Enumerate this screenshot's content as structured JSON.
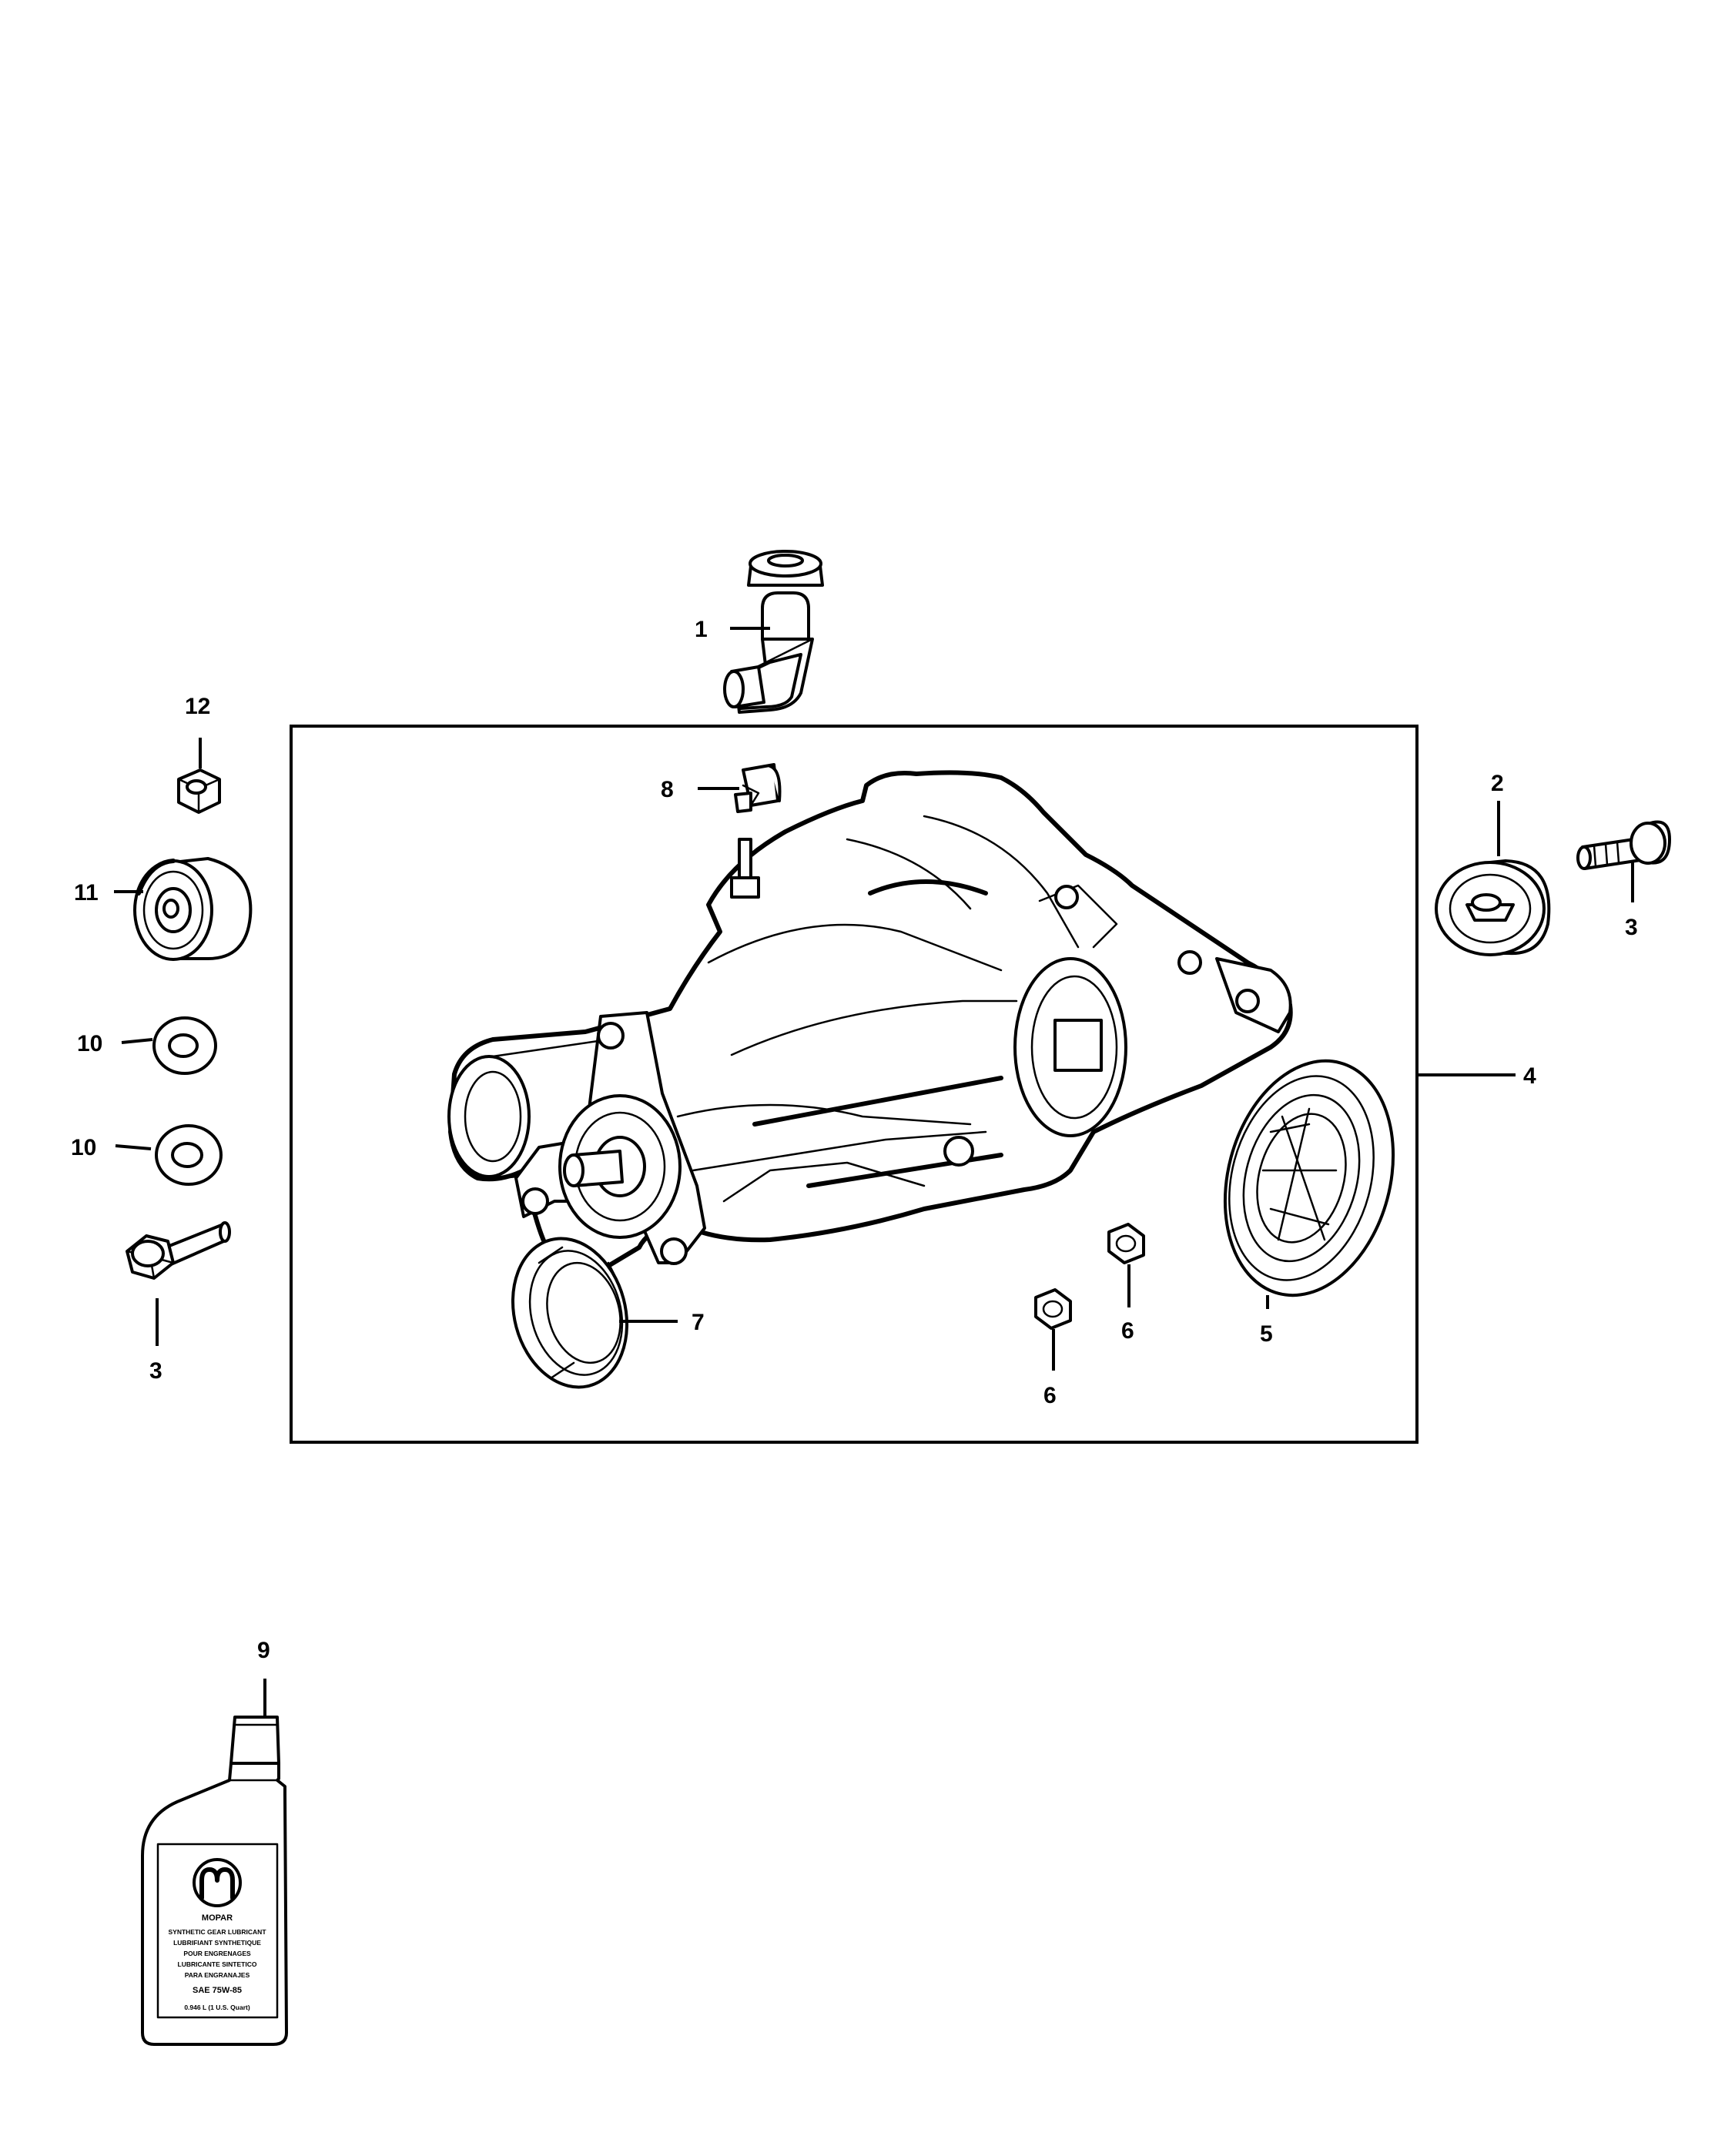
{
  "callouts": {
    "c1": "1",
    "c2": "2",
    "c3a": "3",
    "c3b": "3",
    "c4": "4",
    "c5": "5",
    "c6a": "6",
    "c6b": "6",
    "c7": "7",
    "c8": "8",
    "c9": "9",
    "c10a": "10",
    "c10b": "10",
    "c11": "11",
    "c12": "12"
  },
  "bottle_label": {
    "brand": "MOPAR",
    "line1": "SYNTHETIC GEAR LUBRICANT",
    "line2": "LUBRIFIANT SYNTHETIQUE",
    "line3": "POUR ENGRENAGES",
    "line4": "LUBRICANTE SINTETICO",
    "line5": "PARA ENGRANAJES",
    "grade": "SAE 75W-85",
    "volume": "0.946 L (1 U.S. Quart)"
  }
}
